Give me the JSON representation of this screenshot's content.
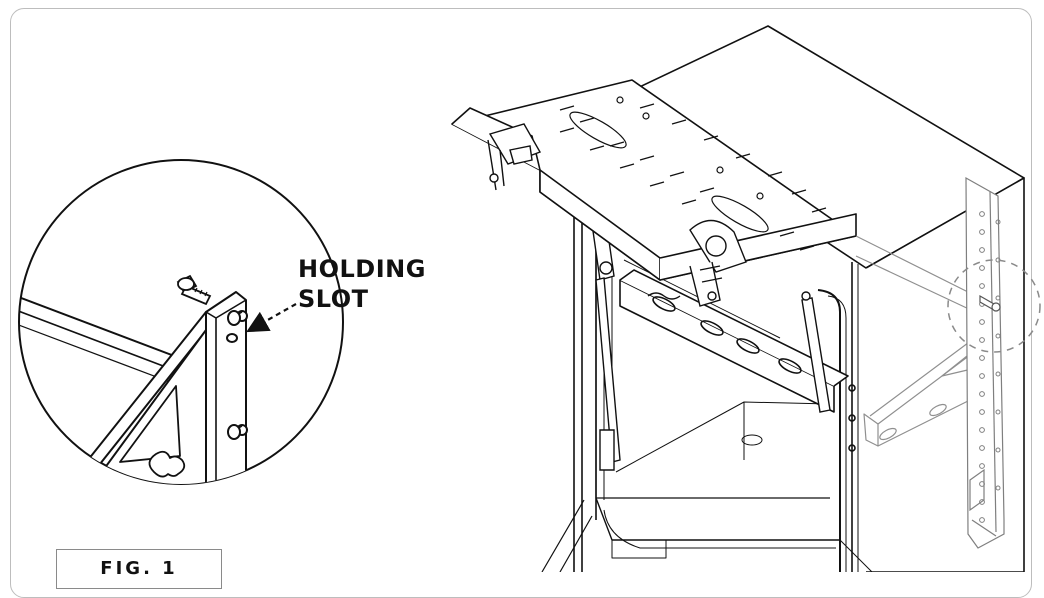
{
  "callout": {
    "line1": "HOLDING",
    "line2": "SLOT"
  },
  "figure": {
    "label": "FIG. 1"
  },
  "colors": {
    "line": "#111111",
    "frame": "#bdbdbd",
    "ghost": "#9a9a9a"
  }
}
